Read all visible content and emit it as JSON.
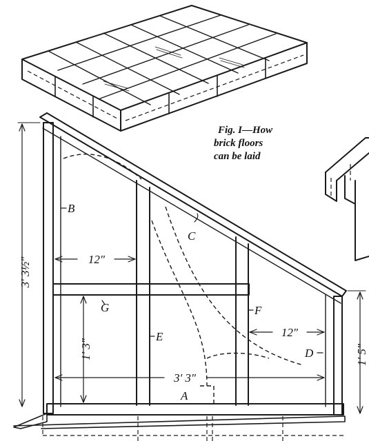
{
  "caption": {
    "line1": "Fig. I—How",
    "line2": "brick floors",
    "line3": "can be laid"
  },
  "labels": {
    "A": "A",
    "B": "B",
    "C": "C",
    "D": "D",
    "E": "E",
    "F": "F",
    "G": "G"
  },
  "dimensions": {
    "total_height": "3' 3½\"",
    "short_height": "1' 5\"",
    "mid_height": "1' 3\"",
    "width": "3' 3\"",
    "left_spacing": "12\"",
    "right_spacing": "12\""
  }
}
